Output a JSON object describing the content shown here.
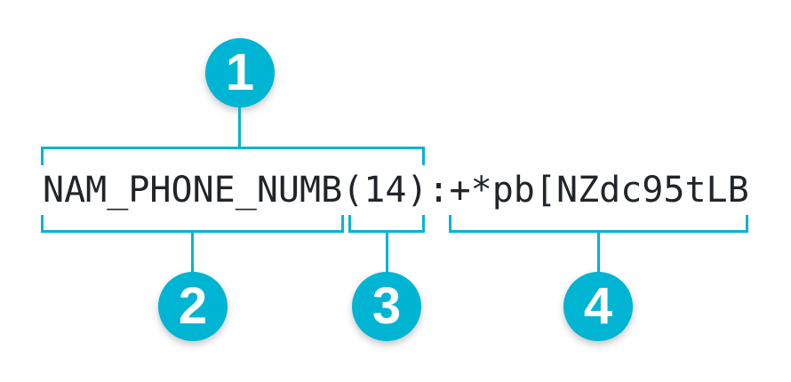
{
  "colors": {
    "accent": "#00b4d3",
    "ink": "#212529",
    "badge_text": "#ffffff",
    "background": "#ffffff"
  },
  "token": {
    "text": "NAM_PHONE_NUMB(14):+*pb[NZdc95tLB"
  },
  "annotations": [
    {
      "label": "1",
      "position": "top",
      "covers": "NAM_PHONE_NUMB(14)"
    },
    {
      "label": "2",
      "position": "bottom",
      "covers": "NAM_PHONE_NUMB"
    },
    {
      "label": "3",
      "position": "bottom",
      "covers": "(14)"
    },
    {
      "label": "4",
      "position": "bottom",
      "covers": "+*pb[NZdc95tLB"
    }
  ]
}
